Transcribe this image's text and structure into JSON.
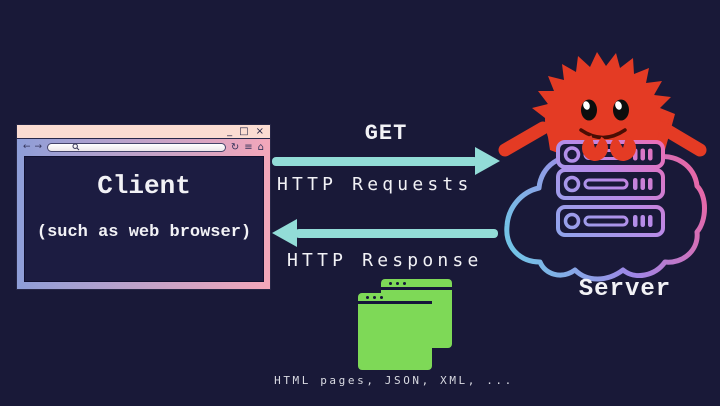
{
  "colors": {
    "bg": "#191938",
    "panel": "#1c1c41",
    "teal": "#92dcd7",
    "green": "#7ed957",
    "cream": "#fbdcd2",
    "chrome-blue": "#8e9ed8",
    "chrome-pink": "#f4a7ba",
    "txt": "#f2f2f6",
    "crab-red": "#e43b24"
  },
  "client_window": {
    "controls": {
      "minimize": "_",
      "maximize": "□",
      "close": "×"
    },
    "toolbar": {
      "back": "←",
      "forward": "→",
      "refresh": "↻",
      "menu": "≡",
      "home": "⌂"
    },
    "title": "Client",
    "subtitle": "(such as web browser)"
  },
  "flow": {
    "request_method": "GET",
    "request_label": "HTTP Requests",
    "response_label": "HTTP Response",
    "response_payload": "HTML pages, JSON, XML, ..."
  },
  "server": {
    "label": "Server"
  }
}
